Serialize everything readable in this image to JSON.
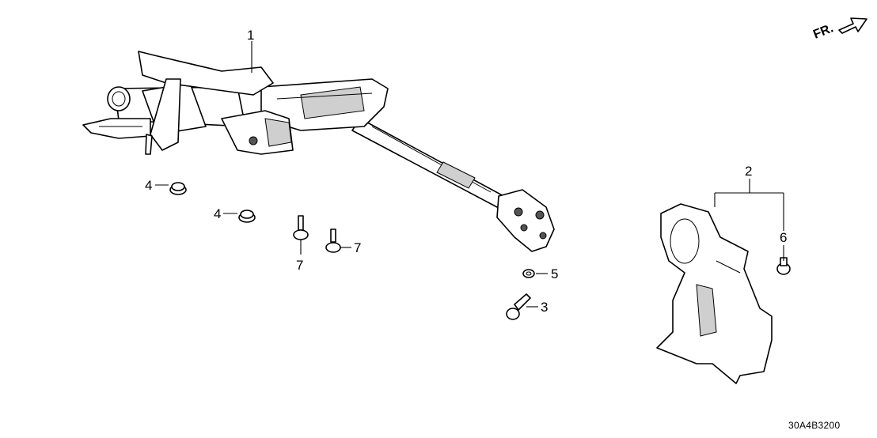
{
  "diagram_code": "30A4B3200",
  "direction_label": "FR.",
  "callouts": {
    "c1": "1",
    "c2": "2",
    "c3": "3",
    "c4a": "4",
    "c4b": "4",
    "c5": "5",
    "c6": "6",
    "c7a": "7",
    "c7b": "7"
  }
}
